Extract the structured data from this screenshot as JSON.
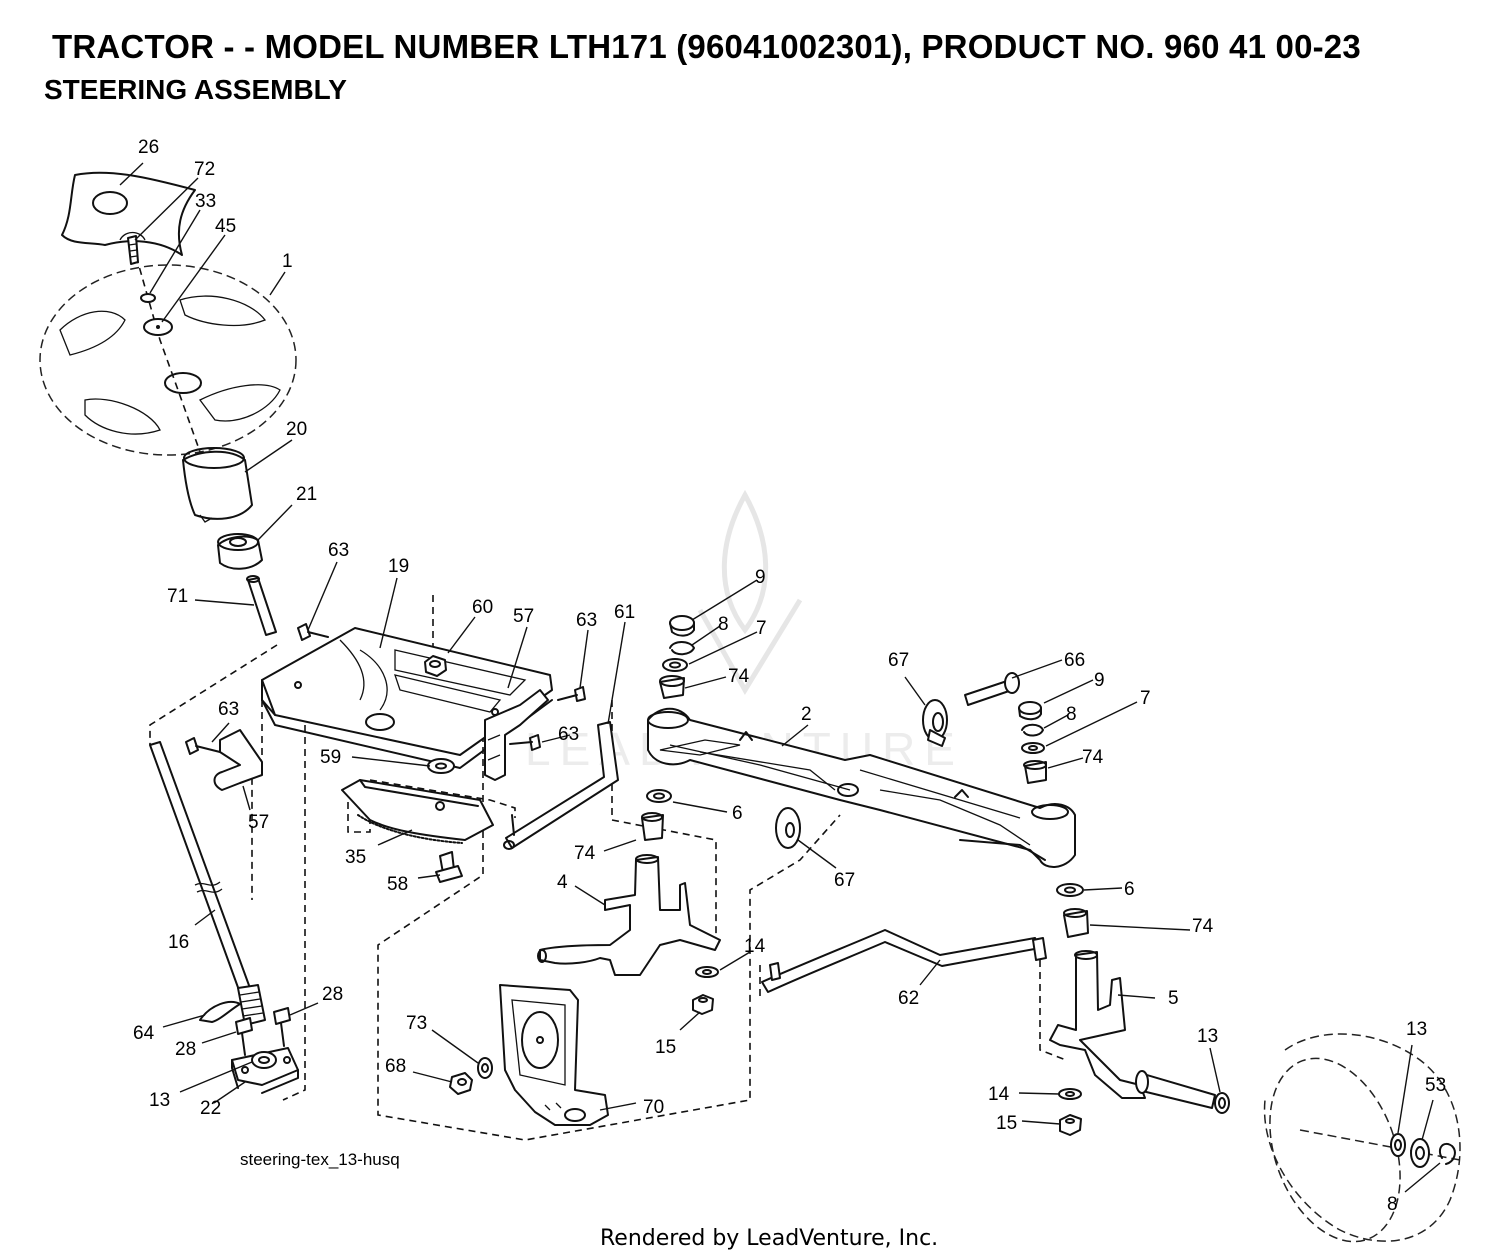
{
  "header": {
    "title": "TRACTOR - - MODEL NUMBER LTH171 (96041002301), PRODUCT NO. 960 41 00-23",
    "subtitle": "STEERING ASSEMBLY"
  },
  "figure_id": "steering-tex_13-husq",
  "footer": "Rendered by LeadVenture, Inc.",
  "watermark": "LEADVENTURE",
  "part_callouts": [
    "26",
    "72",
    "33",
    "45",
    "1",
    "20",
    "21",
    "63",
    "19",
    "60",
    "57",
    "63",
    "61",
    "9",
    "8",
    "7",
    "74",
    "71",
    "63",
    "57",
    "63",
    "59",
    "2",
    "67",
    "66",
    "9",
    "8",
    "7",
    "74",
    "6",
    "35",
    "74",
    "58",
    "67",
    "6",
    "4",
    "14",
    "74",
    "16",
    "62",
    "5",
    "15",
    "73",
    "13",
    "13",
    "53",
    "28",
    "64",
    "28",
    "68",
    "70",
    "13",
    "22",
    "14",
    "15",
    "8"
  ],
  "colors": {
    "line": "#111111",
    "background": "#ffffff",
    "watermark": "#e6e6e6"
  }
}
